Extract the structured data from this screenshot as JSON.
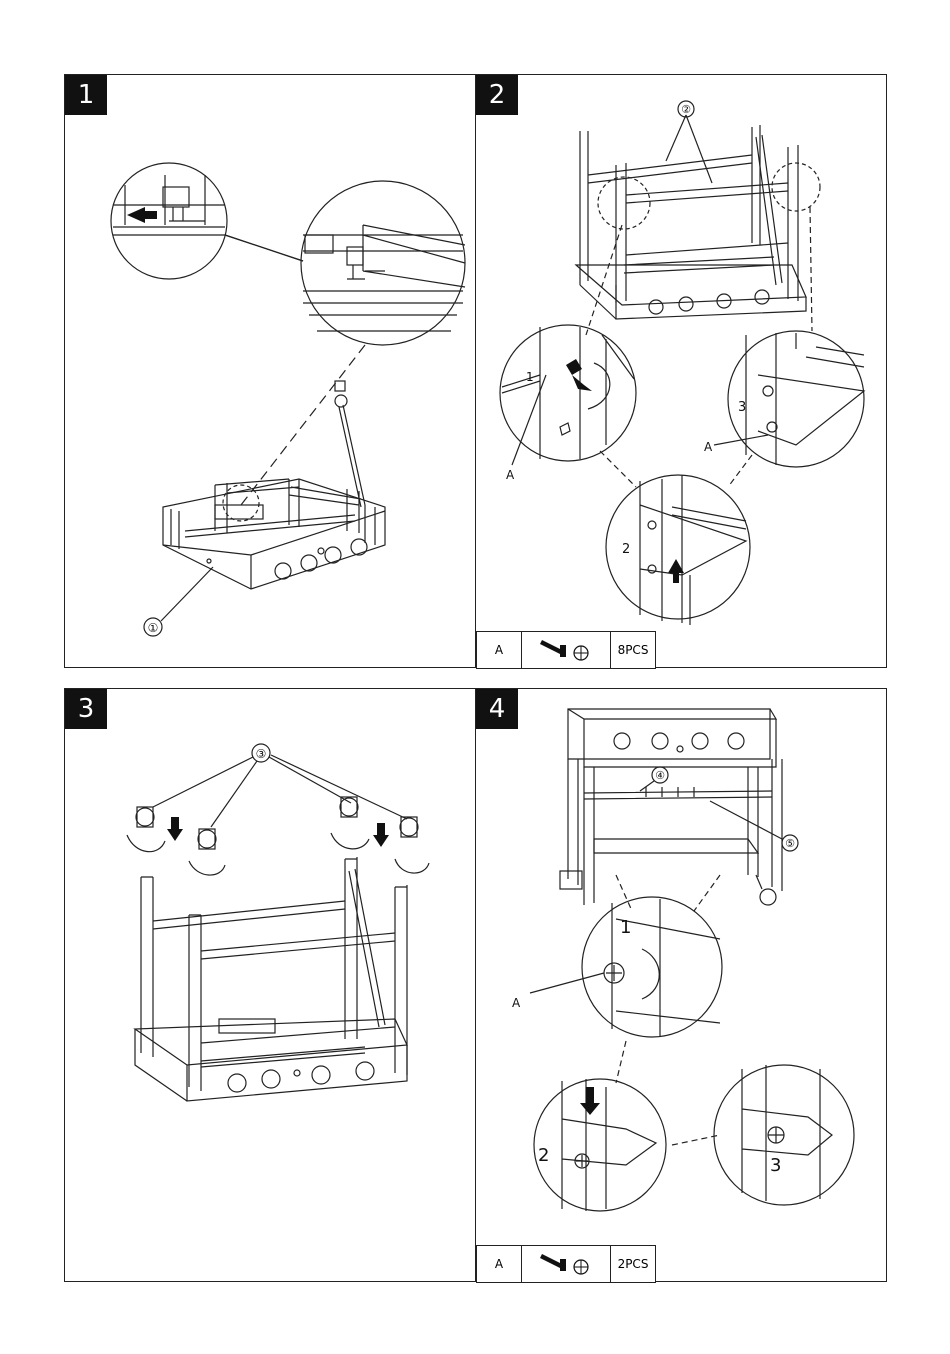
{
  "steps": [
    {
      "number": "1",
      "callouts": [
        "①"
      ]
    },
    {
      "number": "2",
      "callouts": [
        "②",
        "1",
        "2",
        "3",
        "A",
        "A"
      ],
      "parts": {
        "label": "A",
        "qty": "8PCS"
      }
    },
    {
      "number": "3",
      "callouts": [
        "③"
      ]
    },
    {
      "number": "4",
      "callouts": [
        "④",
        "⑤",
        "1",
        "2",
        "3",
        "A"
      ],
      "parts": {
        "label": "A",
        "qty": "2PCS"
      }
    }
  ],
  "colors": {
    "line": "#222222",
    "fill": "#111111"
  }
}
